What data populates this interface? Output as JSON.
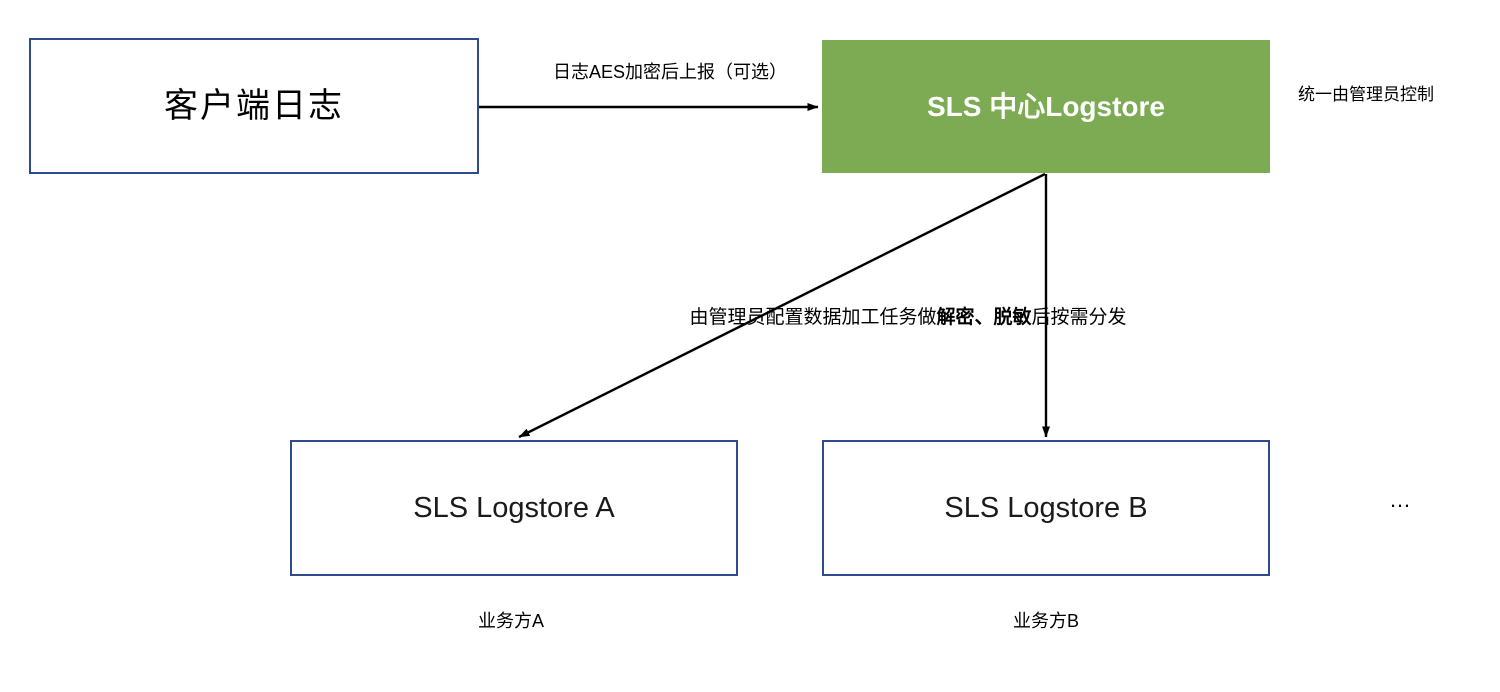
{
  "diagram": {
    "title_area": "SLS log encryption and distribution architecture",
    "nodes": [
      {
        "id": "client-log",
        "label": "客户端日志"
      },
      {
        "id": "sls-center",
        "label": "SLS 中心Logstore"
      },
      {
        "id": "sls-logstore-a",
        "label": "SLS Logstore A"
      },
      {
        "id": "sls-logstore-b",
        "label": "SLS Logstore B"
      }
    ],
    "edge_labels": {
      "client_to_center": "日志AES加密后上报（可选）",
      "center_to_downstream_prefix": "由管理员配置数据加工任务做",
      "center_to_downstream_bold": "解密、脱敏",
      "center_to_downstream_suffix": "后按需分发"
    },
    "annotations": {
      "admin_control": "统一由管理员控制",
      "party_a": "业务方A",
      "party_b": "业务方B",
      "more": "…"
    },
    "colors": {
      "box_border": "#2e4b8f",
      "center_fill": "#7cab53",
      "center_text": "#ffffff",
      "arrow": "#000000",
      "text": "#000000",
      "canvas": "#ffffff"
    }
  }
}
